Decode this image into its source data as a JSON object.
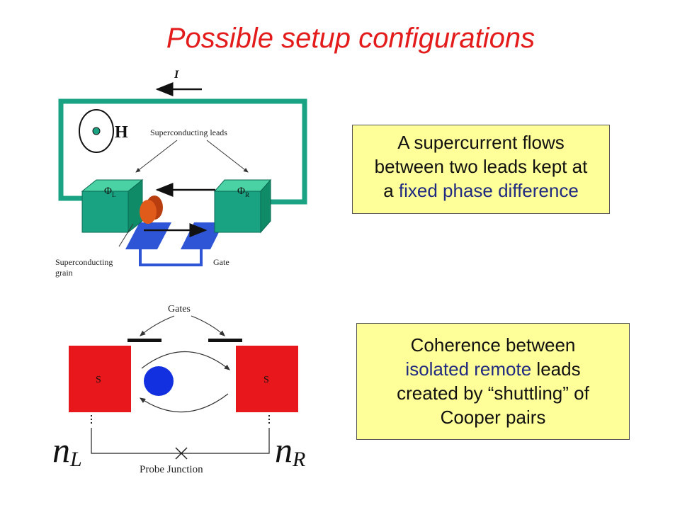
{
  "title": "Possible setup configurations",
  "colors": {
    "title": "#e31b1b",
    "box_fill": "#ffff99",
    "highlight_text": "#1f2a80",
    "leads_green": "#1aa383",
    "gate_blue": "#2d55d6",
    "grain_orange": "#e05a1a",
    "lead_red": "#e8171b",
    "dot_blue": "#1230e0"
  },
  "box1": {
    "line1": "A supercurrent flows",
    "line2": "between two leads kept at",
    "line3_pre": "a ",
    "line3_highlight": "fixed phase difference"
  },
  "box2": {
    "line1": "Coherence between",
    "line2_highlight": "isolated remote",
    "line2_post": " leads",
    "line3": "created by “shuttling” of",
    "line4": "Cooper pairs"
  },
  "diagram1": {
    "current_label": "I",
    "field_label": "H",
    "leads_label": "Superconducting leads",
    "phi_left": "Φ",
    "phi_left_sub": "L",
    "phi_right": "Φ",
    "phi_right_sub": "R",
    "grain_label_1": "Superconducting",
    "grain_label_2": "grain",
    "gate_label": "Gate",
    "icons": [
      "magnetic-field-icon",
      "arrow-left-icon",
      "arrow-right-icon"
    ]
  },
  "diagram2": {
    "gates_label": "Gates",
    "left_lead": "S",
    "right_lead": "S",
    "n_left": "n",
    "n_left_sub": "L",
    "n_right": "n",
    "n_right_sub": "R",
    "probe_label": "Probe Junction",
    "icons": [
      "cross-icon",
      "circular-arrow-icon"
    ]
  }
}
